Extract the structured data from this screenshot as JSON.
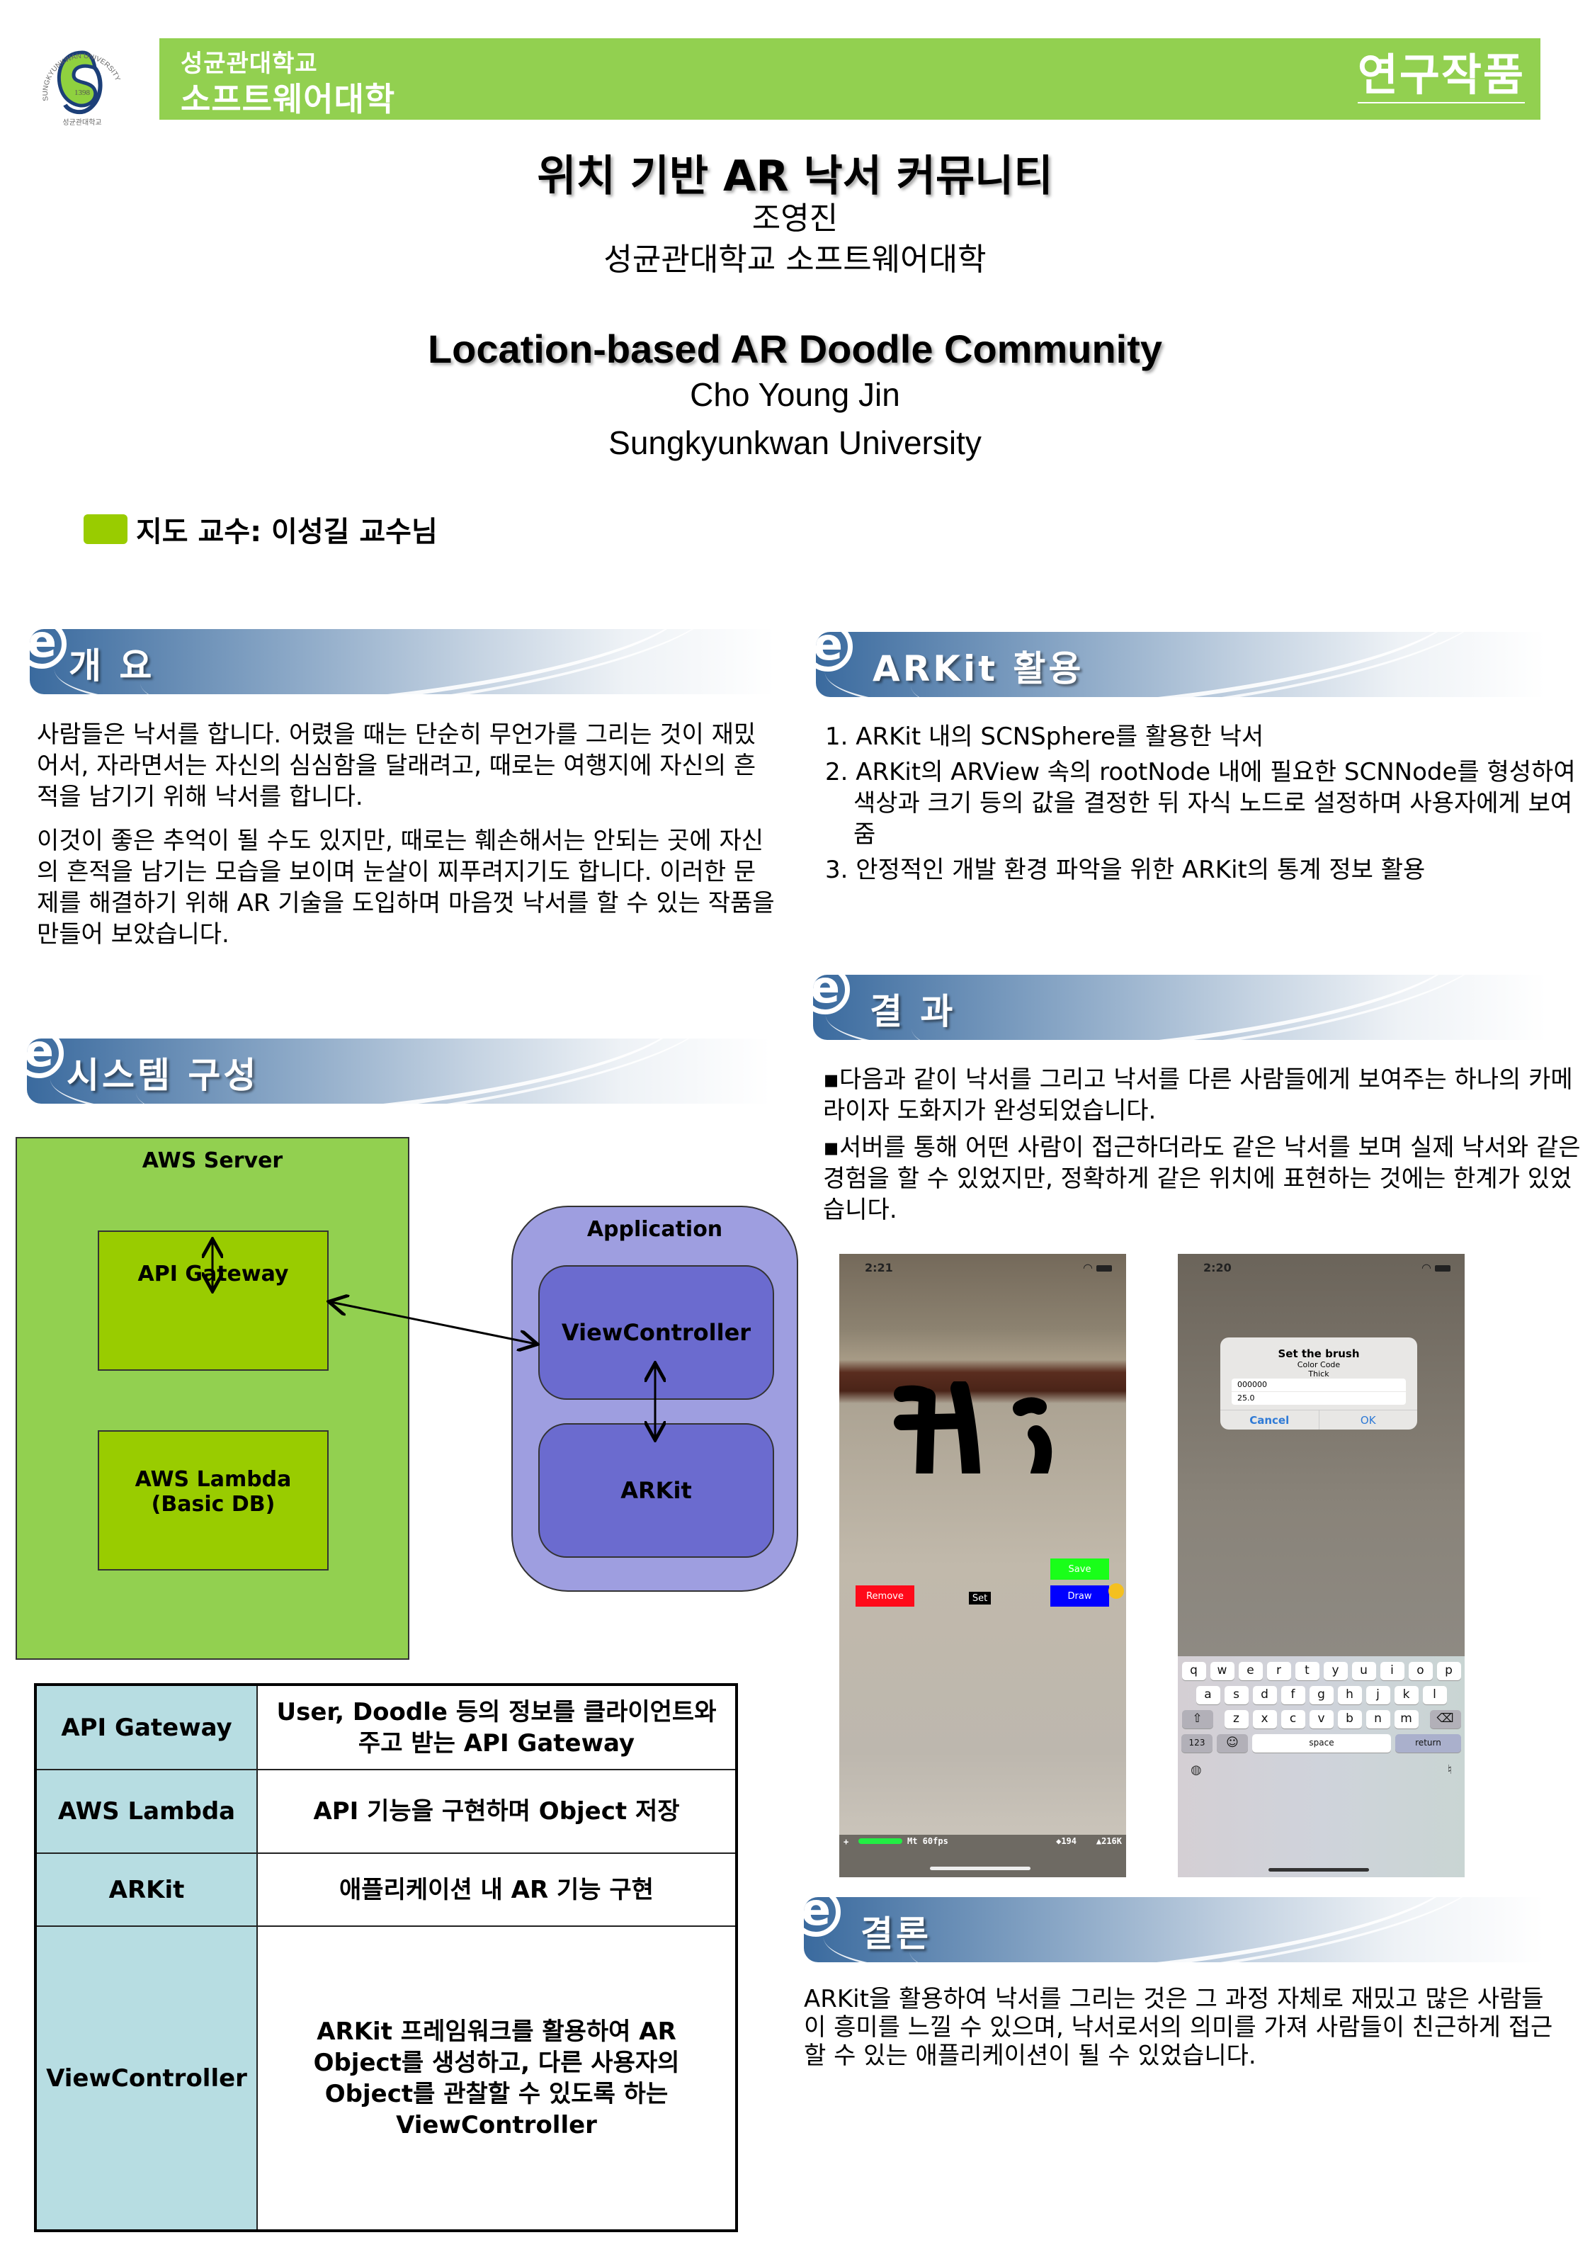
{
  "header": {
    "logo": {
      "ring_text": "SUNGKYUNKWAN UNIVERSITY",
      "year": "1398",
      "korean": "성균관대학교"
    },
    "university": "성균관대학교",
    "college": "소프트웨어대학",
    "category": "연구작품",
    "bar_color": "#92d050"
  },
  "title": {
    "ko": "위치 기반 AR 낙서 커뮤니티",
    "author_ko": "조영진",
    "affiliation_ko": "성균관대학교 소프트웨어대학",
    "en": "Location-based AR Doodle Community",
    "author_en": "Cho Young Jin",
    "affiliation_en": "Sungkyunkwan University"
  },
  "advisor": {
    "label": "지도 교수:  이성길 교수님"
  },
  "sections": {
    "overview": {
      "title": "개 요",
      "paragraphs": [
        "사람들은 낙서를 합니다. 어렸을 때는 단순히 무언가를 그리는 것이 재밌어서, 자라면서는 자신의 심심함을 달래려고, 때로는 여행지에 자신의 흔적을 남기기 위해 낙서를 합니다.",
        "이것이 좋은 추억이 될 수도 있지만, 때로는 훼손해서는 안되는 곳에 자신의 흔적을 남기는 모습을 보이며 눈살이 찌푸려지기도 합니다. 이러한 문제를 해결하기 위해 AR 기술을 도입하며 마음껏 낙서를 할 수 있는 작품을 만들어 보았습니다."
      ]
    },
    "arkit": {
      "title": "ARKit 활용",
      "items": [
        "1. ARKit 내의 SCNSphere를 활용한 낙서",
        "2. ARKit의 ARView 속의 rootNode 내에 필요한 SCNNode를 형성하여 색상과 크기 등의 값을 결정한 뒤 자식 노드로 설정하며 사용자에게 보여줌",
        "3. 안정적인 개발 환경 파악을 위한 ARKit의 통계 정보 활용"
      ]
    },
    "system": {
      "title": "시스템 구성",
      "diagram": {
        "aws_server": "AWS Server",
        "api_gateway": "API Gateway",
        "aws_lambda": "AWS Lambda\n(Basic DB)",
        "application": "Application",
        "view_controller": "ViewController",
        "arkit": "ARKit"
      },
      "table": [
        {
          "component": "API Gateway",
          "description": "User, Doodle 등의 정보를 클라이언트와 주고 받는 API Gateway"
        },
        {
          "component": "AWS Lambda",
          "description": "API 기능을 구현하며 Object 저장"
        },
        {
          "component": "ARKit",
          "description": "애플리케이션 내 AR 기능 구현"
        },
        {
          "component": "ViewController",
          "description": "ARKit 프레임워크를 활용하여 AR Object를 생성하고, 다른 사용자의 Object를 관찰할 수 있도록 하는 ViewController"
        }
      ]
    },
    "results": {
      "title": "결 과",
      "bullets": [
        "▪다음과 같이 낙서를 그리고 낙서를 다른 사람들에게 보여주는 하나의 카메라이자 도화지가 완성되었습니다.",
        "▪서버를 통해 어떤 사람이 접근하더라도 같은 낙서를 보며 실제 낙서와 같은 경험을 할 수 있었지만, 정확하게 같은 위치에 표현하는 것에는 한계가 있었습니다."
      ],
      "screenshot1": {
        "time": "2:21",
        "doodle_text": "Hi",
        "buttons": {
          "save": "Save",
          "draw": "Draw",
          "remove": "Remove",
          "set": "Set"
        },
        "stats": {
          "plus": "+",
          "mode": "Mt 60fps",
          "nodes": "◆194",
          "polys": "▲216K"
        }
      },
      "screenshot2": {
        "time": "2:20",
        "alert": {
          "title": "Set the brush",
          "message_1": "Color Code",
          "message_2": "Thick",
          "color_field": "000000",
          "thick_field": "25.0",
          "cancel": "Cancel",
          "ok": "OK"
        },
        "keyboard": {
          "row1": [
            "q",
            "w",
            "e",
            "r",
            "t",
            "y",
            "u",
            "i",
            "o",
            "p"
          ],
          "row2": [
            "a",
            "s",
            "d",
            "f",
            "g",
            "h",
            "j",
            "k",
            "l"
          ],
          "row3": [
            "z",
            "x",
            "c",
            "v",
            "b",
            "n",
            "m"
          ],
          "shift": "⇧",
          "backspace": "⌫",
          "numbers": "123",
          "emoji": "☺",
          "space": "space",
          "return": "return",
          "globe": "🌐",
          "mic": "🎤"
        }
      }
    },
    "conclusion": {
      "title": "결론",
      "text": "ARKit을 활용하여 낙서를 그리는 것은 그 과정 자체로 재밌고 많은 사람들이 흥미를 느낄 수 있으며, 낙서로서의 의미를 가져 사람들이 친근하게 접근할 수 있는 애플리케이션이 될 수 있었습니다."
    }
  },
  "colors": {
    "header_green": "#92d050",
    "advisor_green": "#99cc00",
    "section_blue": "#3a6a9e",
    "table_key_bg": "#b7dde2",
    "app_box": "#9e9ee0",
    "app_inner": "#6b6bcf"
  }
}
